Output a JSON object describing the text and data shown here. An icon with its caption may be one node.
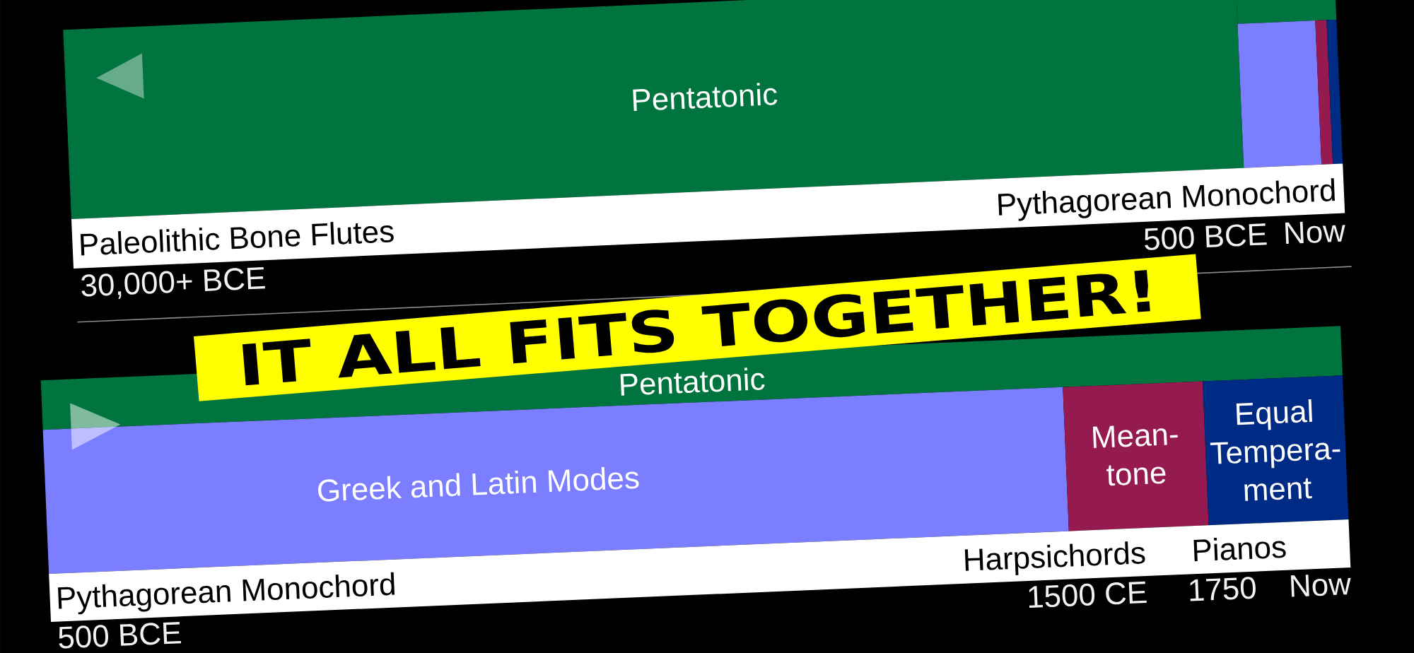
{
  "diagram": {
    "nodes": [
      {
        "text": [
          "Pentatonic"
        ]
      },
      {
        "text": [],
        "shape": "bar"
      },
      {
        "text": [],
        "shape": "bar"
      },
      {
        "text": [],
        "shape": "bar"
      },
      {
        "text": [
          "Paleolithic Bone Flutes",
          "Pythagorean Monochord"
        ]
      },
      {
        "text": [
          "IT ALL FITS TOGETHER!"
        ]
      },
      {
        "text": [
          "Pentatonic"
        ]
      },
      {
        "text": [
          "Greek and Latin Modes"
        ]
      },
      {
        "text": [
          "Mean-tone"
        ]
      },
      {
        "text": [
          "Equal Tempera-ment"
        ]
      },
      {
        "text": [
          "Pythagorean Monochord",
          "Harpsichords",
          "Pianos"
        ]
      }
    ],
    "labels": [
      "30,000+ BCE",
      "500 BCE",
      "Now",
      "500 BCE",
      "1500 CE",
      "1750",
      "Now"
    ]
  }
}
